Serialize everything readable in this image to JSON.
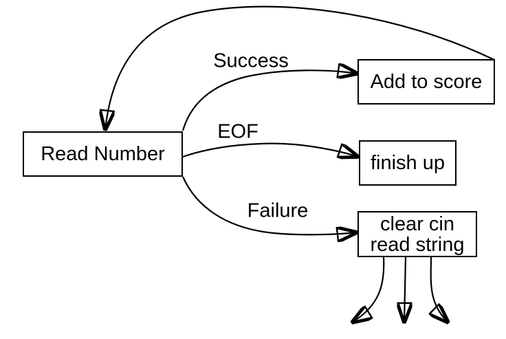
{
  "diagram": {
    "background_color": "#ffffff",
    "line_color": "#000000",
    "nodes": {
      "read_number": {
        "label": "Read Number"
      },
      "add_to_score": {
        "label": "Add to score"
      },
      "finish_up": {
        "label": "finish up"
      },
      "clear_cin": {
        "line1": "clear cin",
        "line2": "read string"
      }
    },
    "edge_labels": {
      "success": "Success",
      "eof": "EOF",
      "failure": "Failure"
    },
    "edges": [
      {
        "from": "Read Number",
        "to": "Add to score",
        "label": "Success"
      },
      {
        "from": "Read Number",
        "to": "finish up",
        "label": "EOF"
      },
      {
        "from": "Read Number",
        "to": "clear cin read string",
        "label": "Failure"
      },
      {
        "from": "Add to score",
        "to": "Read Number",
        "label": ""
      },
      {
        "from": "clear cin read string",
        "to": "",
        "label": ""
      },
      {
        "from": "clear cin read string",
        "to": "",
        "label": ""
      },
      {
        "from": "clear cin read string",
        "to": "",
        "label": ""
      }
    ]
  }
}
